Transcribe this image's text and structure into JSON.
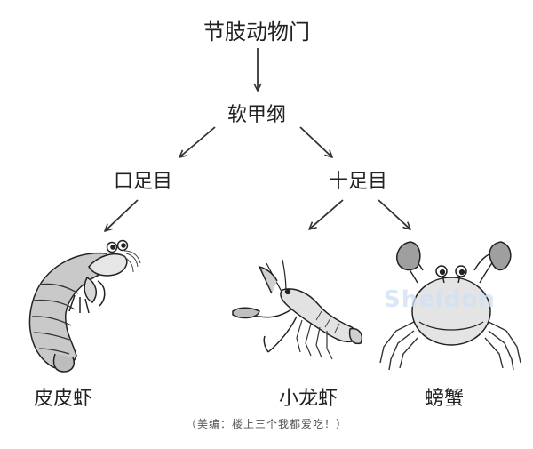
{
  "tree": {
    "root": "节肢动物门",
    "class": "软甲纲",
    "orders": [
      "口足目",
      "十足目"
    ],
    "animals": [
      "皮皮虾",
      "小龙虾",
      "螃蟹"
    ]
  },
  "note": "（美编：楼上三个我都爱吃！）",
  "watermark": "Sheldon"
}
